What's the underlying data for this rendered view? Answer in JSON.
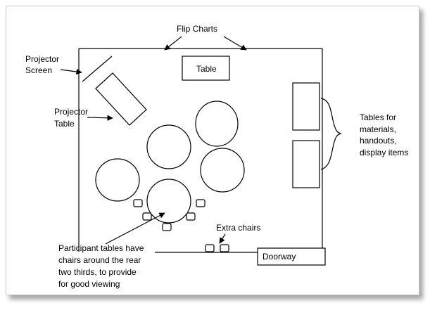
{
  "labels": {
    "flip_charts": "Flip Charts",
    "projector_screen": [
      "Projector",
      "Screen"
    ],
    "projector_table": [
      "Projector",
      "Table"
    ],
    "table": "Table",
    "tables_for": [
      "Tables for",
      "materials,",
      "handouts,",
      "display items"
    ],
    "extra_chairs": "Extra chairs",
    "doorway": "Doorway",
    "participant_note": [
      "Participant tables have",
      "chairs around the rear",
      "two thirds, to provide",
      "for good viewing"
    ]
  }
}
